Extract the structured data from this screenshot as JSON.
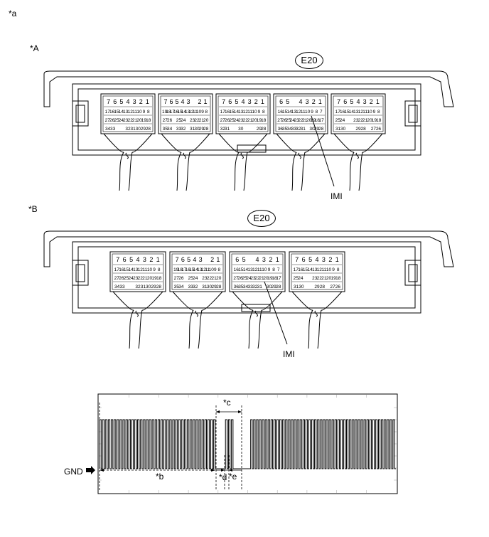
{
  "figure": {
    "corner_label": "*a",
    "view_a_label": "*A",
    "view_b_label": "*B",
    "connector_name": "E20",
    "pin_label": "IMI",
    "ground_label": "GND",
    "marker_b": "*b",
    "marker_c": "*c",
    "marker_d": "*d",
    "marker_e": "*e"
  },
  "connector_a": {
    "blocks": [
      {
        "name": "block-1",
        "row1": [
          "7",
          "6",
          "5",
          "4",
          "3",
          "2",
          "1"
        ],
        "row2": [
          "17",
          "16",
          "15",
          "14",
          "13",
          "12",
          "11",
          "10",
          "9",
          "8"
        ],
        "row3": [
          "27",
          "26",
          "25",
          "24",
          "23",
          "22",
          "21",
          "20",
          "19",
          "18"
        ],
        "row4": [
          "34",
          "33",
          "",
          "",
          "32",
          "31",
          "30",
          "29",
          "28"
        ]
      },
      {
        "name": "block-2",
        "row1": [
          "7",
          "6",
          "5",
          "4",
          "3",
          "",
          "2",
          "1"
        ],
        "row2": [
          "19",
          "18",
          "17",
          "16",
          "15",
          "14",
          "13",
          "12",
          "11",
          "10",
          "9",
          "8"
        ],
        "row3": [
          "27",
          "26",
          "",
          "25",
          "24",
          "",
          "23",
          "22",
          "21",
          "20"
        ],
        "row4": [
          "35",
          "34",
          "",
          "33",
          "32",
          "",
          "31",
          "30",
          "29",
          "28"
        ]
      },
      {
        "name": "block-3",
        "row1": [
          "7",
          "6",
          "5",
          "4",
          "3",
          "2",
          "1"
        ],
        "row2": [
          "17",
          "16",
          "15",
          "14",
          "13",
          "12",
          "11",
          "10",
          "9",
          "8"
        ],
        "row3": [
          "27",
          "26",
          "25",
          "24",
          "23",
          "22",
          "21",
          "20",
          "19",
          "18"
        ],
        "row4": [
          "32",
          "31",
          "",
          "",
          "30",
          "",
          "",
          "",
          "29",
          "28"
        ]
      },
      {
        "name": "block-4",
        "row1": [
          "6",
          "5",
          "",
          "4",
          "3",
          "2",
          "1"
        ],
        "row2": [
          "16",
          "15",
          "14",
          "13",
          "12",
          "11",
          "10",
          "9",
          "8",
          "7"
        ],
        "row3": [
          "27",
          "26",
          "25",
          "24",
          "23",
          "22",
          "21",
          "20",
          "19",
          "18",
          "17"
        ],
        "row4": [
          "36",
          "35",
          "34",
          "33",
          "32",
          "31",
          "",
          "30",
          "29",
          "28"
        ]
      },
      {
        "name": "block-5",
        "row1": [
          "7",
          "6",
          "5",
          "4",
          "3",
          "2",
          "1"
        ],
        "row2": [
          "17",
          "16",
          "15",
          "14",
          "13",
          "12",
          "11",
          "10",
          "9",
          "8"
        ],
        "row3": [
          "25",
          "24",
          "",
          "",
          "23",
          "22",
          "21",
          "20",
          "19",
          "18"
        ],
        "row4": [
          "31",
          "30",
          "",
          "",
          "29",
          "28",
          "",
          "27",
          "26"
        ]
      }
    ]
  },
  "connector_b": {
    "blocks": [
      {
        "name": "block-1",
        "row1": [
          "7",
          "6",
          "5",
          "4",
          "3",
          "2",
          "1"
        ],
        "row2": [
          "17",
          "16",
          "15",
          "14",
          "13",
          "12",
          "11",
          "10",
          "9",
          "8"
        ],
        "row3": [
          "27",
          "26",
          "25",
          "24",
          "23",
          "22",
          "21",
          "20",
          "19",
          "18"
        ],
        "row4": [
          "34",
          "33",
          "",
          "",
          "32",
          "31",
          "30",
          "29",
          "28"
        ]
      },
      {
        "name": "block-2",
        "row1": [
          "7",
          "6",
          "5",
          "4",
          "3",
          "",
          "2",
          "1"
        ],
        "row2": [
          "19",
          "18",
          "17",
          "16",
          "15",
          "14",
          "13",
          "12",
          "11",
          "10",
          "9",
          "8"
        ],
        "row3": [
          "27",
          "26",
          "",
          "25",
          "24",
          "",
          "23",
          "22",
          "21",
          "20"
        ],
        "row4": [
          "35",
          "34",
          "",
          "33",
          "32",
          "",
          "31",
          "30",
          "29",
          "28"
        ]
      },
      {
        "name": "block-3",
        "row1": [
          "6",
          "5",
          "",
          "4",
          "3",
          "2",
          "1"
        ],
        "row2": [
          "16",
          "15",
          "14",
          "13",
          "12",
          "11",
          "10",
          "9",
          "8",
          "7"
        ],
        "row3": [
          "27",
          "26",
          "25",
          "24",
          "23",
          "22",
          "21",
          "20",
          "19",
          "18",
          "17"
        ],
        "row4": [
          "36",
          "35",
          "34",
          "33",
          "32",
          "31",
          "",
          "30",
          "29",
          "28"
        ]
      },
      {
        "name": "block-4",
        "row1": [
          "7",
          "6",
          "5",
          "4",
          "3",
          "2",
          "1"
        ],
        "row2": [
          "17",
          "16",
          "15",
          "14",
          "13",
          "12",
          "11",
          "10",
          "9",
          "8"
        ],
        "row3": [
          "25",
          "24",
          "",
          "",
          "23",
          "22",
          "21",
          "20",
          "19",
          "18"
        ],
        "row4": [
          "31",
          "30",
          "",
          "",
          "29",
          "28",
          "",
          "27",
          "26"
        ]
      }
    ]
  },
  "waveform": {
    "segments": [
      {
        "type": "pulses",
        "from": 0.0,
        "to": 0.395,
        "count": 40
      },
      {
        "type": "low",
        "from": 0.395,
        "to": 0.425
      },
      {
        "type": "pulses",
        "from": 0.425,
        "to": 0.455,
        "count": 3
      },
      {
        "type": "low",
        "from": 0.455,
        "to": 0.51
      },
      {
        "type": "pulses",
        "from": 0.51,
        "to": 1.0,
        "count": 50
      }
    ]
  }
}
